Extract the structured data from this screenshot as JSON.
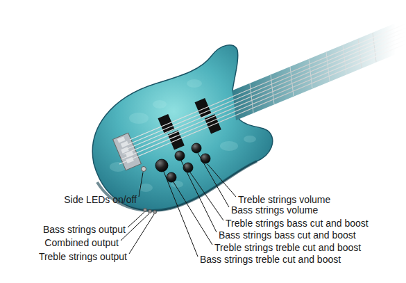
{
  "diagram": {
    "labels": [
      "Side LEDs on/off",
      "Treble strings volume",
      "Bass strings volume",
      "Treble strings bass cut and boost",
      "Bass strings bass cut and boost",
      "Treble strings treble cut and boost",
      "Bass strings treble cut and boost",
      "Bass strings output",
      "Combined output",
      "Treble strings output"
    ]
  }
}
